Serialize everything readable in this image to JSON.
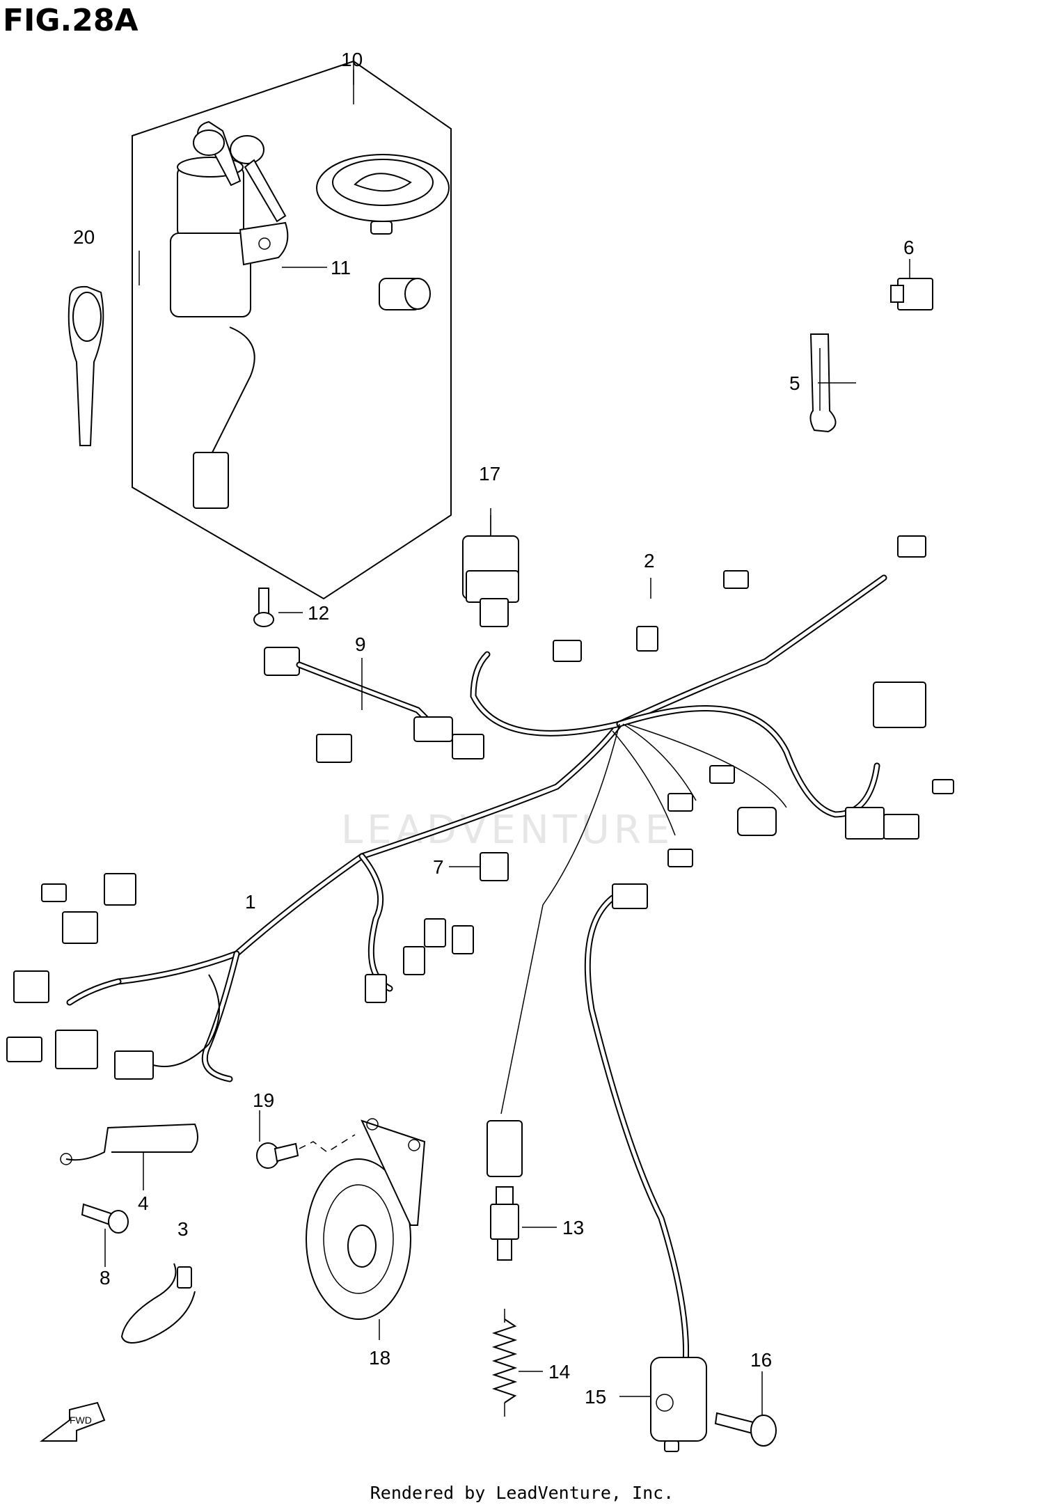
{
  "figure_title": "FIG.28A",
  "watermark": "LEADVENTURE",
  "footer": "Rendered by LeadVenture, Inc.",
  "callouts": {
    "c1": "1",
    "c2": "2",
    "c3": "3",
    "c4": "4",
    "c5": "5",
    "c6": "6",
    "c7": "7",
    "c8": "8",
    "c9": "9",
    "c10": "10",
    "c11": "11",
    "c12": "12",
    "c13": "13",
    "c14": "14",
    "c15": "15",
    "c16": "16",
    "c17": "17",
    "c18": "18",
    "c19": "19",
    "c20": "20"
  },
  "fwd_arrow_label": "FWD"
}
